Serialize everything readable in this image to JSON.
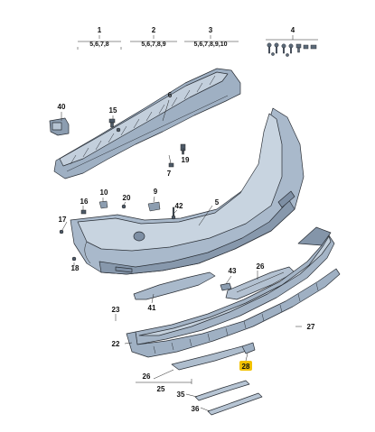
{
  "header_groups": [
    {
      "number": "1",
      "refs": "5,6,7,8"
    },
    {
      "number": "2",
      "refs": "5,6,7,8,9"
    },
    {
      "number": "3",
      "refs": "5,6,7,8,9,10"
    },
    {
      "number": "4",
      "refs": ""
    }
  ],
  "callouts": {
    "c40": "40",
    "c15": "15",
    "c6": "6",
    "c7": "7",
    "c19": "19",
    "c16": "16",
    "c10": "10",
    "c20": "20",
    "c9": "9",
    "c42": "42",
    "c5": "5",
    "c17": "17",
    "c18": "18",
    "c43": "43",
    "c26a": "26",
    "c41": "41",
    "c23": "23",
    "c22": "22",
    "c27": "27",
    "c28": "28",
    "c26b": "26",
    "c25": "25",
    "c35": "35",
    "c36": "36"
  },
  "colors": {
    "part_fill": "#a6b6c8",
    "part_light": "#c5d2df",
    "part_dark": "#6f8196",
    "highlight": "#f2c200"
  }
}
